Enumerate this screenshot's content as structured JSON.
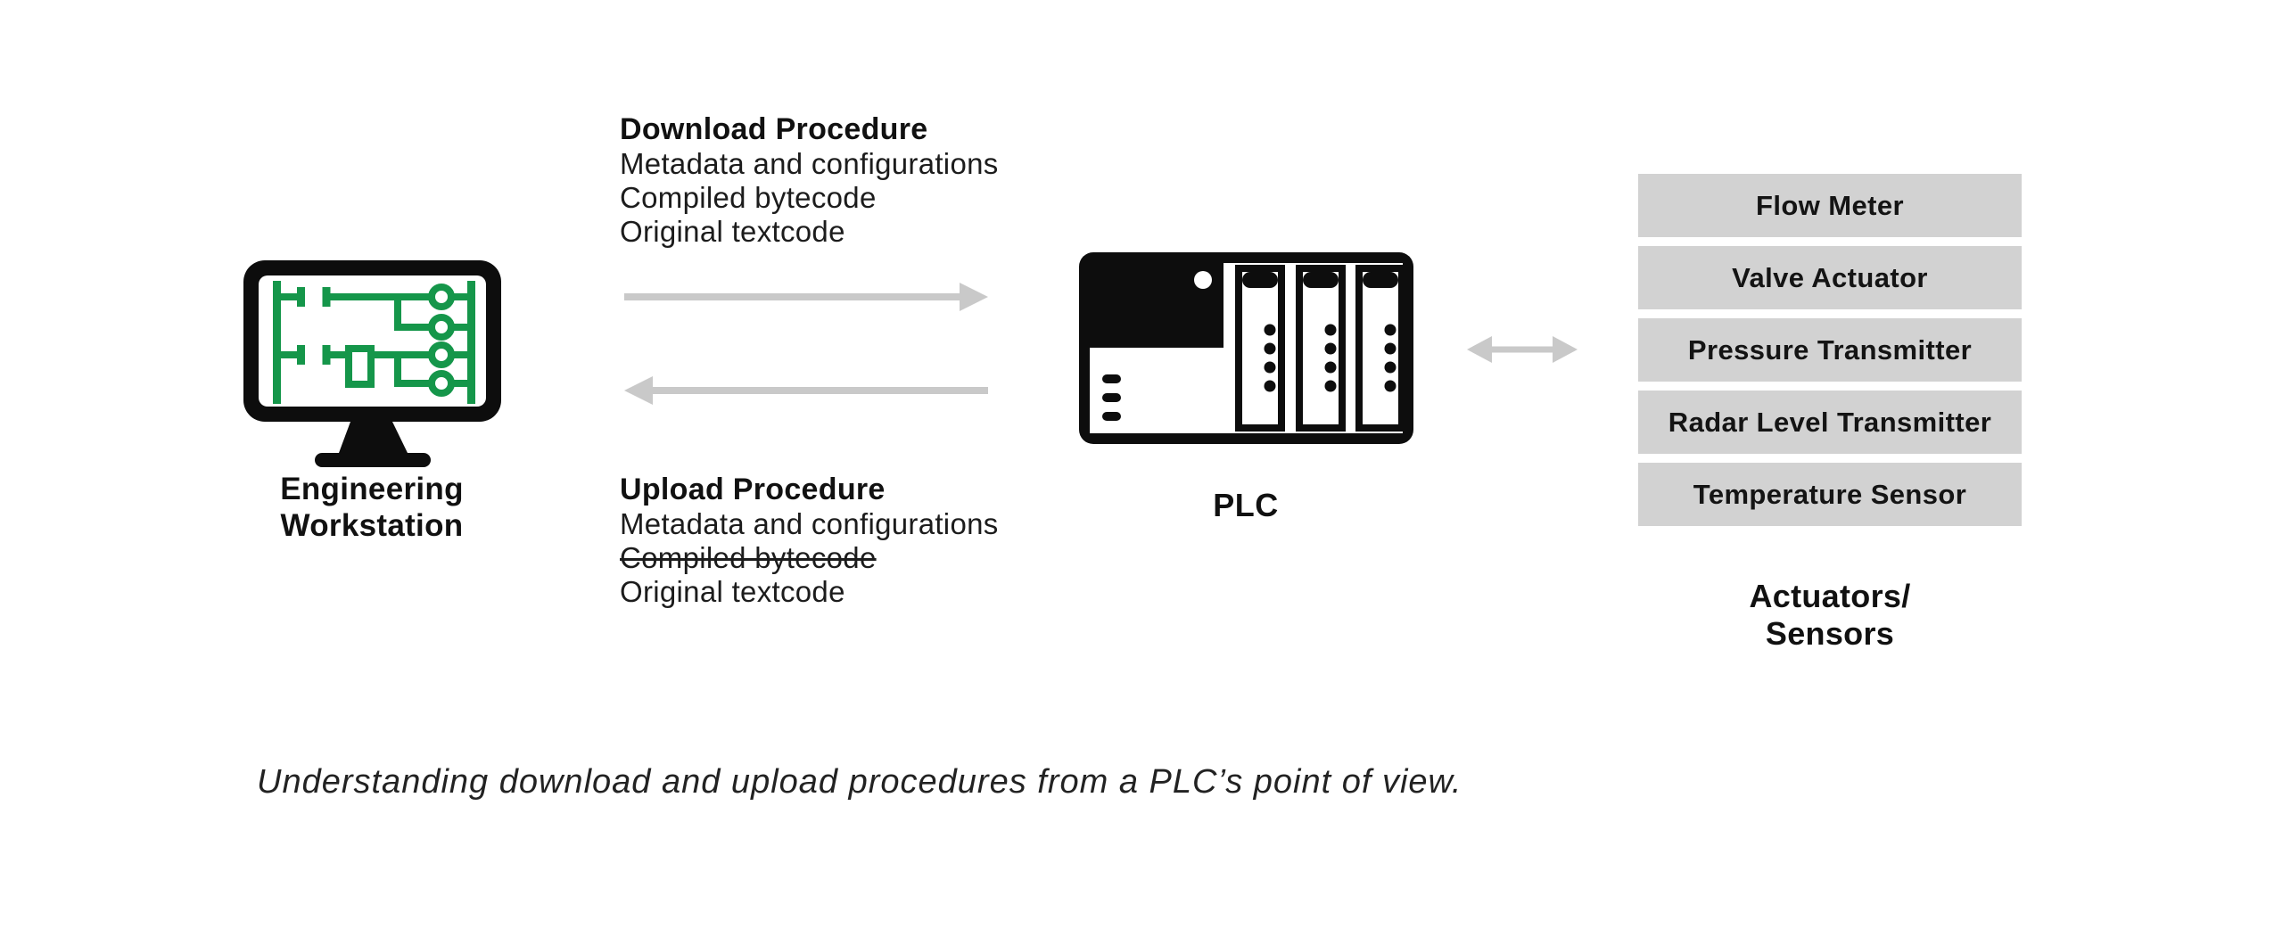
{
  "workstation": {
    "label": [
      "Engineering",
      "Workstation"
    ]
  },
  "procedures": {
    "download": {
      "title": "Download Procedure",
      "items": [
        "Metadata and configurations",
        "Compiled bytecode",
        "Original textcode"
      ]
    },
    "upload": {
      "title": "Upload Procedure",
      "items": [
        "Metadata and configurations",
        "Compiled bytecode",
        "Original textcode"
      ],
      "struck_item": "Compiled bytecode"
    }
  },
  "plc": {
    "label": "PLC"
  },
  "devices": {
    "items": [
      "Flow Meter",
      "Valve Actuator",
      "Pressure Transmitter",
      "Radar Level Transmitter",
      "Temperature Sensor"
    ],
    "group_label": [
      "Actuators/",
      "Sensors"
    ]
  },
  "caption": {
    "text": "Understanding download and upload procedures from a PLC’s point of view."
  },
  "icons": {
    "workstation": "monitor-with-ladder-logic-icon",
    "plc": "plc-rack-icon",
    "download_arrow": "arrow-right-icon",
    "upload_arrow": "arrow-left-icon",
    "fieldbus_arrow": "arrow-left-right-icon"
  },
  "colors": {
    "icon_black": "#0d0d0d",
    "ladder_green": "#15964a",
    "arrow_gray": "#c9c9c9",
    "device_box_gray": "#d2d2d2"
  }
}
